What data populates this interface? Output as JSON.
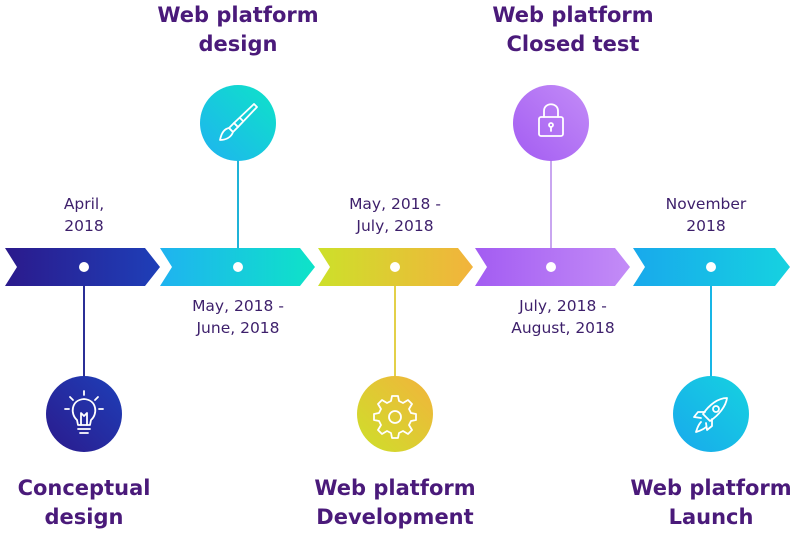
{
  "milestones": [
    {
      "title": "Conceptual\ndesign",
      "date": "April,\n2018",
      "icon": "lightbulb-icon",
      "colors": [
        "#2b1a8c",
        "#1e3fb8"
      ]
    },
    {
      "title": "Web platform\ndesign",
      "date": "May, 2018 -\nJune, 2018",
      "icon": "paintbrush-icon",
      "colors": [
        "#1fb3f0",
        "#0ee3c8"
      ]
    },
    {
      "title": "Web platform\nDevelopment",
      "date": "May, 2018 -\nJuly, 2018",
      "icon": "gear-icon",
      "colors": [
        "#cde02a",
        "#f2b33c"
      ]
    },
    {
      "title": "Web platform\nClosed test",
      "date": "July, 2018 -\nAugust, 2018",
      "icon": "padlock-icon",
      "colors": [
        "#a35cf2",
        "#c38cf7"
      ]
    },
    {
      "title": "Web platform\nLaunch",
      "date": "November\n2018",
      "icon": "rocket-icon",
      "colors": [
        "#18a9ec",
        "#16d2e0"
      ]
    }
  ]
}
